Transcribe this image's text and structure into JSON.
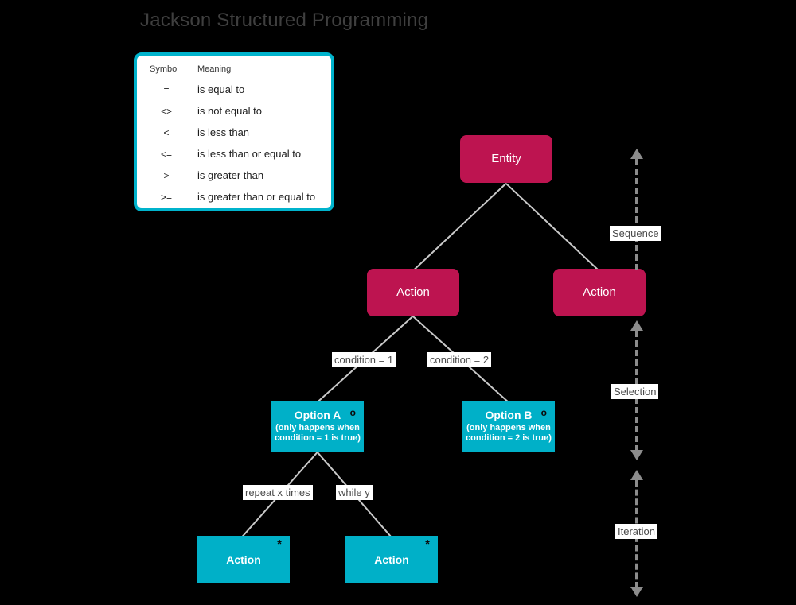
{
  "page": {
    "title": "Jackson Structured Programming",
    "background_color": "#000000"
  },
  "colors": {
    "crimson": "#bd1450",
    "cyan": "#00b0c8",
    "connector": "#c9c9c9",
    "axis": "#8c8c8c",
    "label_text": "#4a4a4a",
    "title_text": "#3f3f3f"
  },
  "legend": {
    "headers": {
      "symbol": "Symbol",
      "meaning": "Meaning"
    },
    "rows": [
      {
        "symbol": "=",
        "meaning": "is equal to"
      },
      {
        "symbol": "<>",
        "meaning": "is not equal to"
      },
      {
        "symbol": "<",
        "meaning": "is less than"
      },
      {
        "symbol": "<=",
        "meaning": "is less than or equal to"
      },
      {
        "symbol": ">",
        "meaning": "is greater than"
      },
      {
        "symbol": ">=",
        "meaning": "is greater than or equal to"
      }
    ]
  },
  "nodes": {
    "entity": {
      "title": "Entity",
      "sub": "",
      "marker": ""
    },
    "action_l": {
      "title": "Action",
      "sub": "",
      "marker": ""
    },
    "action_r": {
      "title": "Action",
      "sub": "",
      "marker": ""
    },
    "option_a": {
      "title": "Option A",
      "sub": "(only happens when condition = 1 is true)",
      "marker": "o"
    },
    "option_b": {
      "title": "Option B",
      "sub": "(only happens when condition = 2 is true)",
      "marker": "o"
    },
    "action_bl": {
      "title": "Action",
      "sub": "",
      "marker": "*"
    },
    "action_br": {
      "title": "Action",
      "sub": "",
      "marker": "*"
    }
  },
  "edge_labels": {
    "condition_1": "condition = 1",
    "condition_2": "condition = 2",
    "repeat": "repeat x times",
    "while": "while y"
  },
  "axis_labels": {
    "sequence": "Sequence",
    "selection": "Selection",
    "iteration": "Iteration"
  }
}
